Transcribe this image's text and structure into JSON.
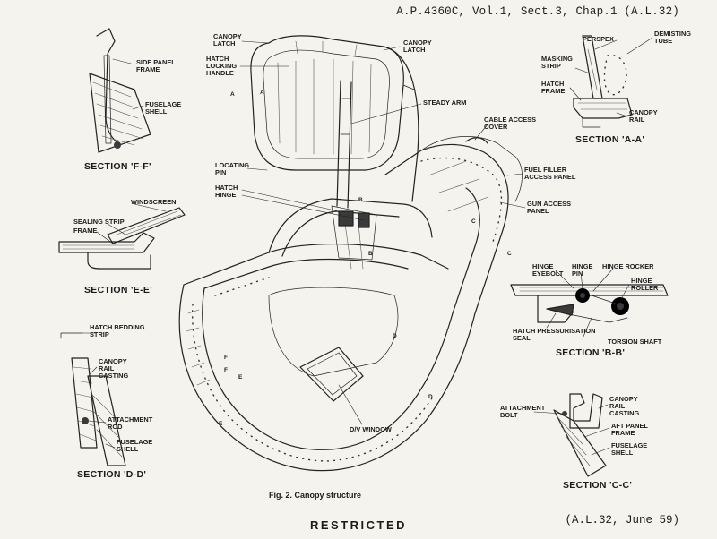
{
  "header": {
    "reference": "A.P.4360C, Vol.1, Sect.3, Chap.1 (A.L.32)"
  },
  "footer": {
    "amendment": "(A.L.32, June 59)",
    "restricted": "RESTRICTED"
  },
  "figure": {
    "caption": "Fig. 2.  Canopy structure"
  },
  "sections": {
    "ff": "SECTION 'F-F'",
    "aa": "SECTION 'A-A'",
    "ee": "SECTION 'E-E'",
    "bb": "SECTION 'B-B'",
    "dd": "SECTION 'D-D'",
    "cc": "SECTION 'C-C'"
  },
  "labels": {
    "ff_side_panel_frame": "SIDE PANEL\nFRAME",
    "ff_fuselage_shell": "FUSELAGE\nSHELL",
    "canopy_latch_left": "CANOPY\nLATCH",
    "canopy_latch_right": "CANOPY\nLATCH",
    "hatch_locking_handle": "HATCH\nLOCKING\nHANDLE",
    "steady_arm": "STEADY ARM",
    "cable_access_cover": "CABLE ACCESS\nCOVER",
    "fuel_filler_panel": "FUEL FILLER\nACCESS PANEL",
    "gun_access_panel": "GUN ACCESS\nPANEL",
    "locating_pin": "LOCATING\nPIN",
    "hatch_hinge": "HATCH\nHINGE",
    "dv_window": "D/V WINDOW",
    "aa_perspex": "PERSPEX",
    "aa_demisting_tube": "DEMISTING\nTUBE",
    "aa_masking_strip": "MASKING\nSTRIP",
    "aa_hatch_frame": "HATCH\nFRAME",
    "aa_canopy_rail": "CANOPY\nRAIL",
    "ee_windscreen": "WINDSCREEN",
    "ee_sealing_strip": "SEALING STRIP",
    "ee_frame": "FRAME",
    "bb_hinge_eyebolt": "HINGE\nEYEBOLT",
    "bb_hinge_pin": "HINGE\nPIN",
    "bb_hinge_rocker": "HINGE ROCKER",
    "bb_hinge_roller": "HINGE\nROLLER",
    "bb_pressurisation_seal": "HATCH PRESSURISATION\nSEAL",
    "bb_torsion_shaft": "TORSION SHAFT",
    "dd_hatch_bedding_strip": "HATCH BEDDING\nSTRIP",
    "dd_canopy_rail_casting": "CANOPY\nRAIL\nCASTING",
    "dd_attachment_rod": "ATTACHMENT\nROD",
    "dd_fuselage_shell": "FUSELAGE\nSHELL",
    "cc_attachment_bolt": "ATTACHMENT\nBOLT",
    "cc_canopy_rail_casting": "CANOPY\nRAIL\nCASTING",
    "cc_aft_panel_frame": "AFT PANEL\nFRAME",
    "cc_fuselage_shell": "FUSELAGE\nSHELL"
  },
  "markers": {
    "a1": "A",
    "a2": "A",
    "b1": "B",
    "b2": "B",
    "c1": "C",
    "c2": "C",
    "d1": "D",
    "d2": "D",
    "e1": "E",
    "e2": "E",
    "f1": "F",
    "f2": "F"
  }
}
